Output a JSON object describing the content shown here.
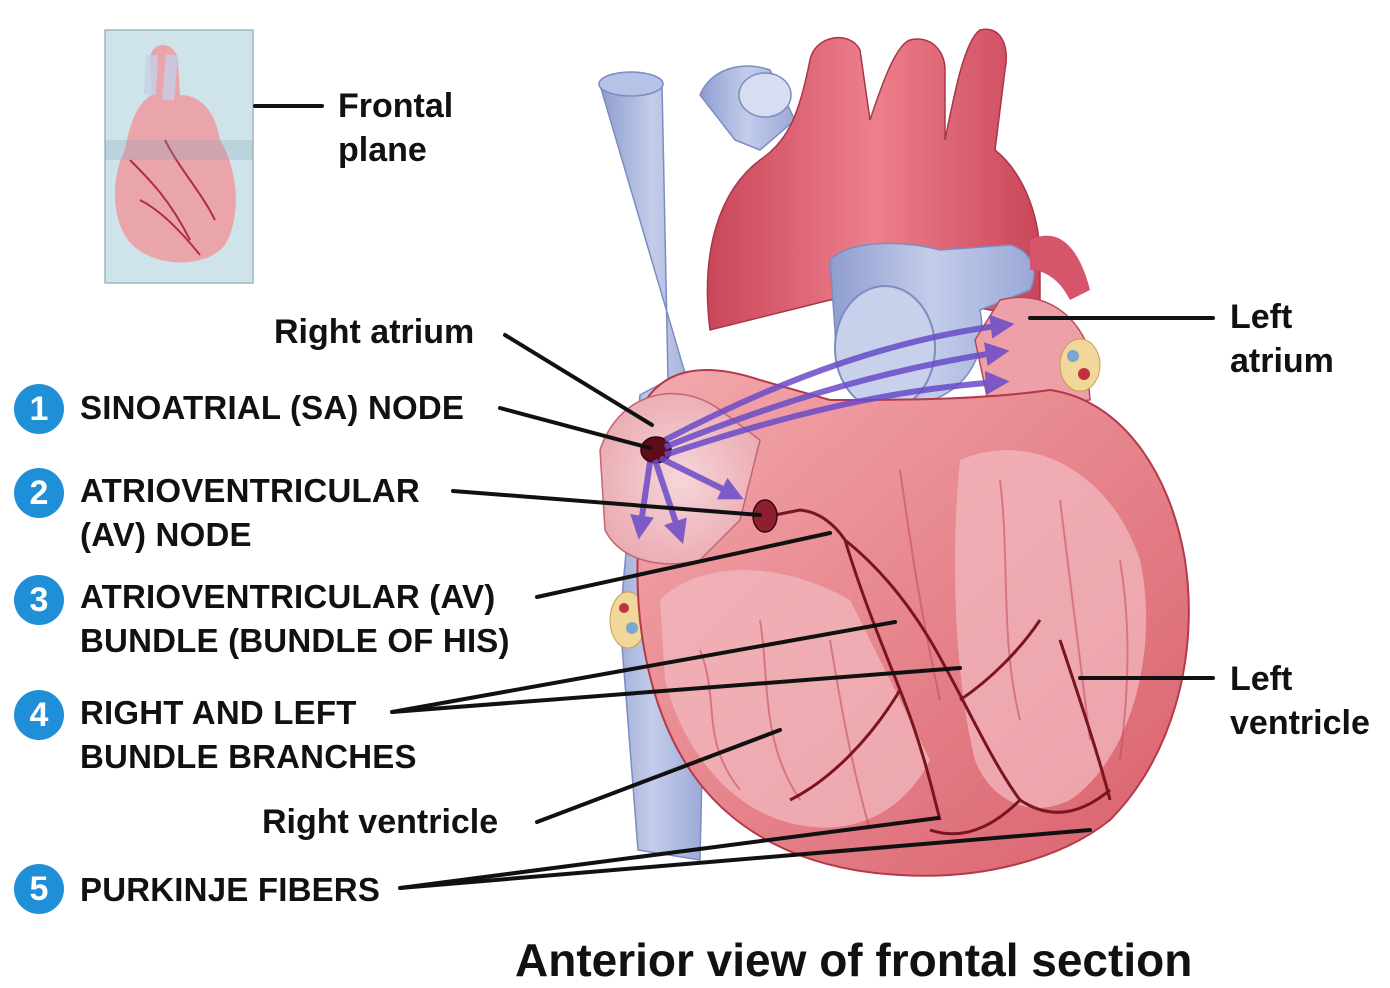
{
  "title": "Anterior view of frontal section",
  "inset_label": {
    "line1": "Frontal",
    "line2": "plane"
  },
  "right_labels": {
    "left_atrium": {
      "line1": "Left",
      "line2": "atrium"
    },
    "left_ventricle": {
      "line1": "Left",
      "line2": "ventricle"
    }
  },
  "chamber_labels": {
    "right_atrium": "Right atrium",
    "right_ventricle": "Right ventricle"
  },
  "steps": [
    {
      "number": "1",
      "line1": "SINOATRIAL (SA) NODE",
      "line2": ""
    },
    {
      "number": "2",
      "line1": "ATRIOVENTRICULAR",
      "line2": "(AV) NODE"
    },
    {
      "number": "3",
      "line1": "ATRIOVENTRICULAR (AV)",
      "line2": "BUNDLE (BUNDLE OF HIS)"
    },
    {
      "number": "4",
      "line1": "RIGHT AND LEFT",
      "line2": "BUNDLE BRANCHES"
    },
    {
      "number": "5",
      "line1": "PURKINJE FIBERS",
      "line2": ""
    }
  ],
  "colors": {
    "badge": "#1f8fd8",
    "myocardium": "#e8848c",
    "myocardium_dark": "#c94a57",
    "vessel_blue": "#a9b6dd",
    "conduction": "#7a1420",
    "signal_arrow": "#6a4bc8"
  }
}
